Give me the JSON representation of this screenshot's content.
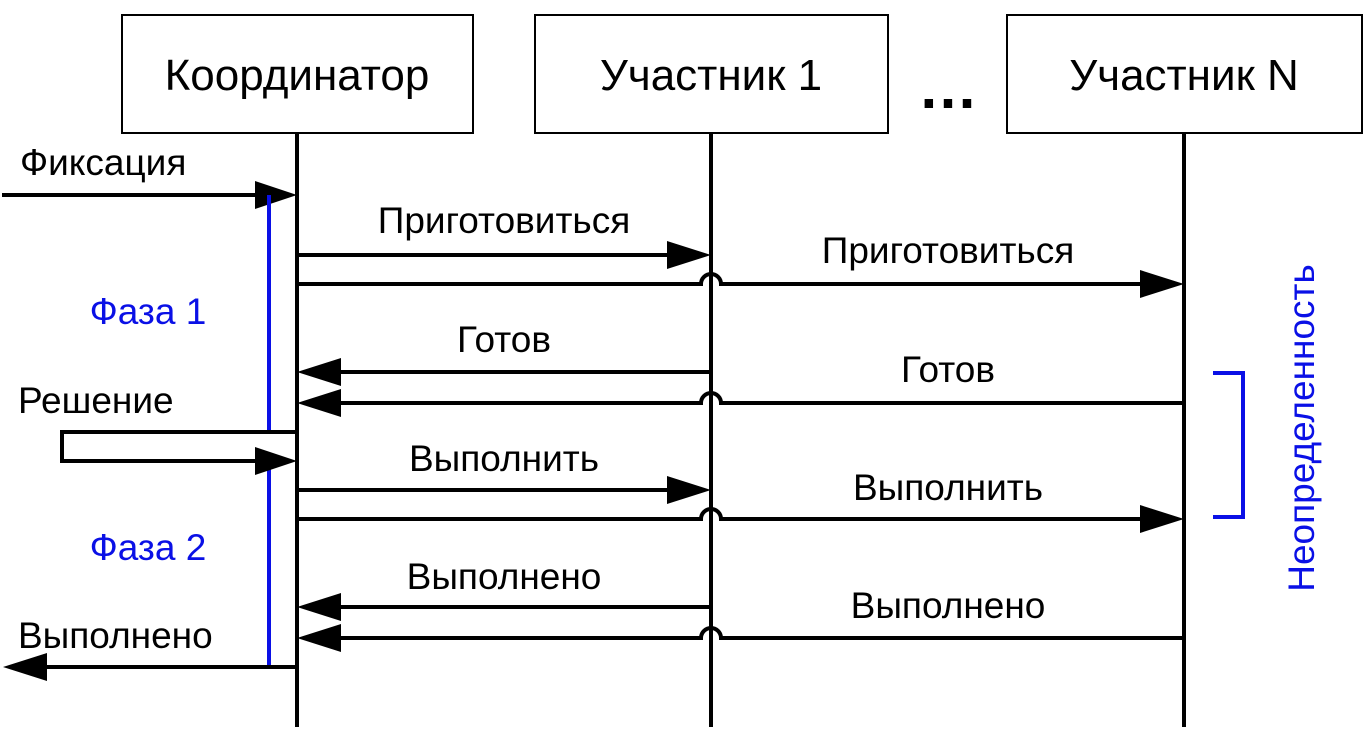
{
  "colors": {
    "line": "#000000",
    "phase": "#0a10e6",
    "background": "#ffffff"
  },
  "actors": {
    "coordinator": "Координатор",
    "participant_1": "Участник 1",
    "ellipsis": "…",
    "participant_n": "Участник N"
  },
  "external": {
    "commit_in": "Фиксация",
    "decision": "Решение",
    "done_out": "Выполнено"
  },
  "phases": {
    "phase_1": "Фаза 1",
    "phase_2": "Фаза 2"
  },
  "messages": {
    "prepare_p1": "Приготовиться",
    "prepare_pn": "Приготовиться",
    "ready_p1": "Готов",
    "ready_pn": "Готов",
    "execute_p1": "Выполнить",
    "execute_pn": "Выполнить",
    "executed_p1": "Выполнено",
    "executed_pn": "Выполнено"
  },
  "uncertainty_label": "Неопределенность"
}
